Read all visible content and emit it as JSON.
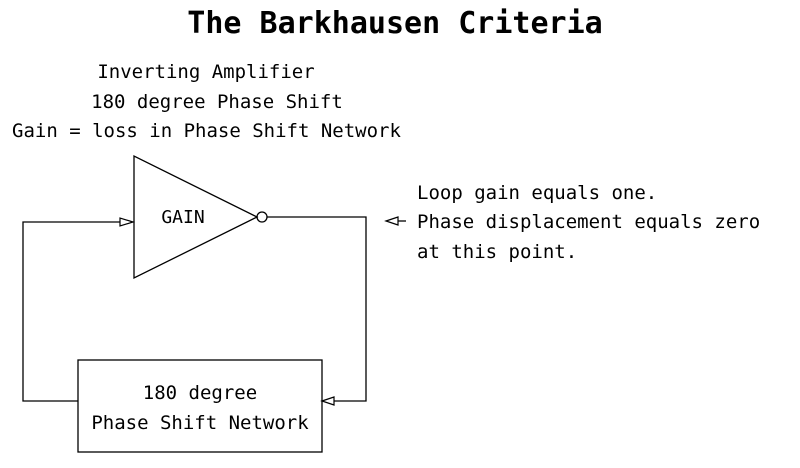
{
  "title": "The Barkhausen Criteria",
  "header": {
    "line1": "Inverting Amplifier",
    "line2": "180 degree Phase Shift",
    "line3": "Gain = loss in Phase Shift Network"
  },
  "amplifier": {
    "label": "GAIN"
  },
  "network": {
    "line1": "180 degree",
    "line2": "Phase Shift Network"
  },
  "note": {
    "line1": "Loop gain equals one.",
    "line2": "Phase displacement equals zero",
    "line3": "at this point."
  }
}
